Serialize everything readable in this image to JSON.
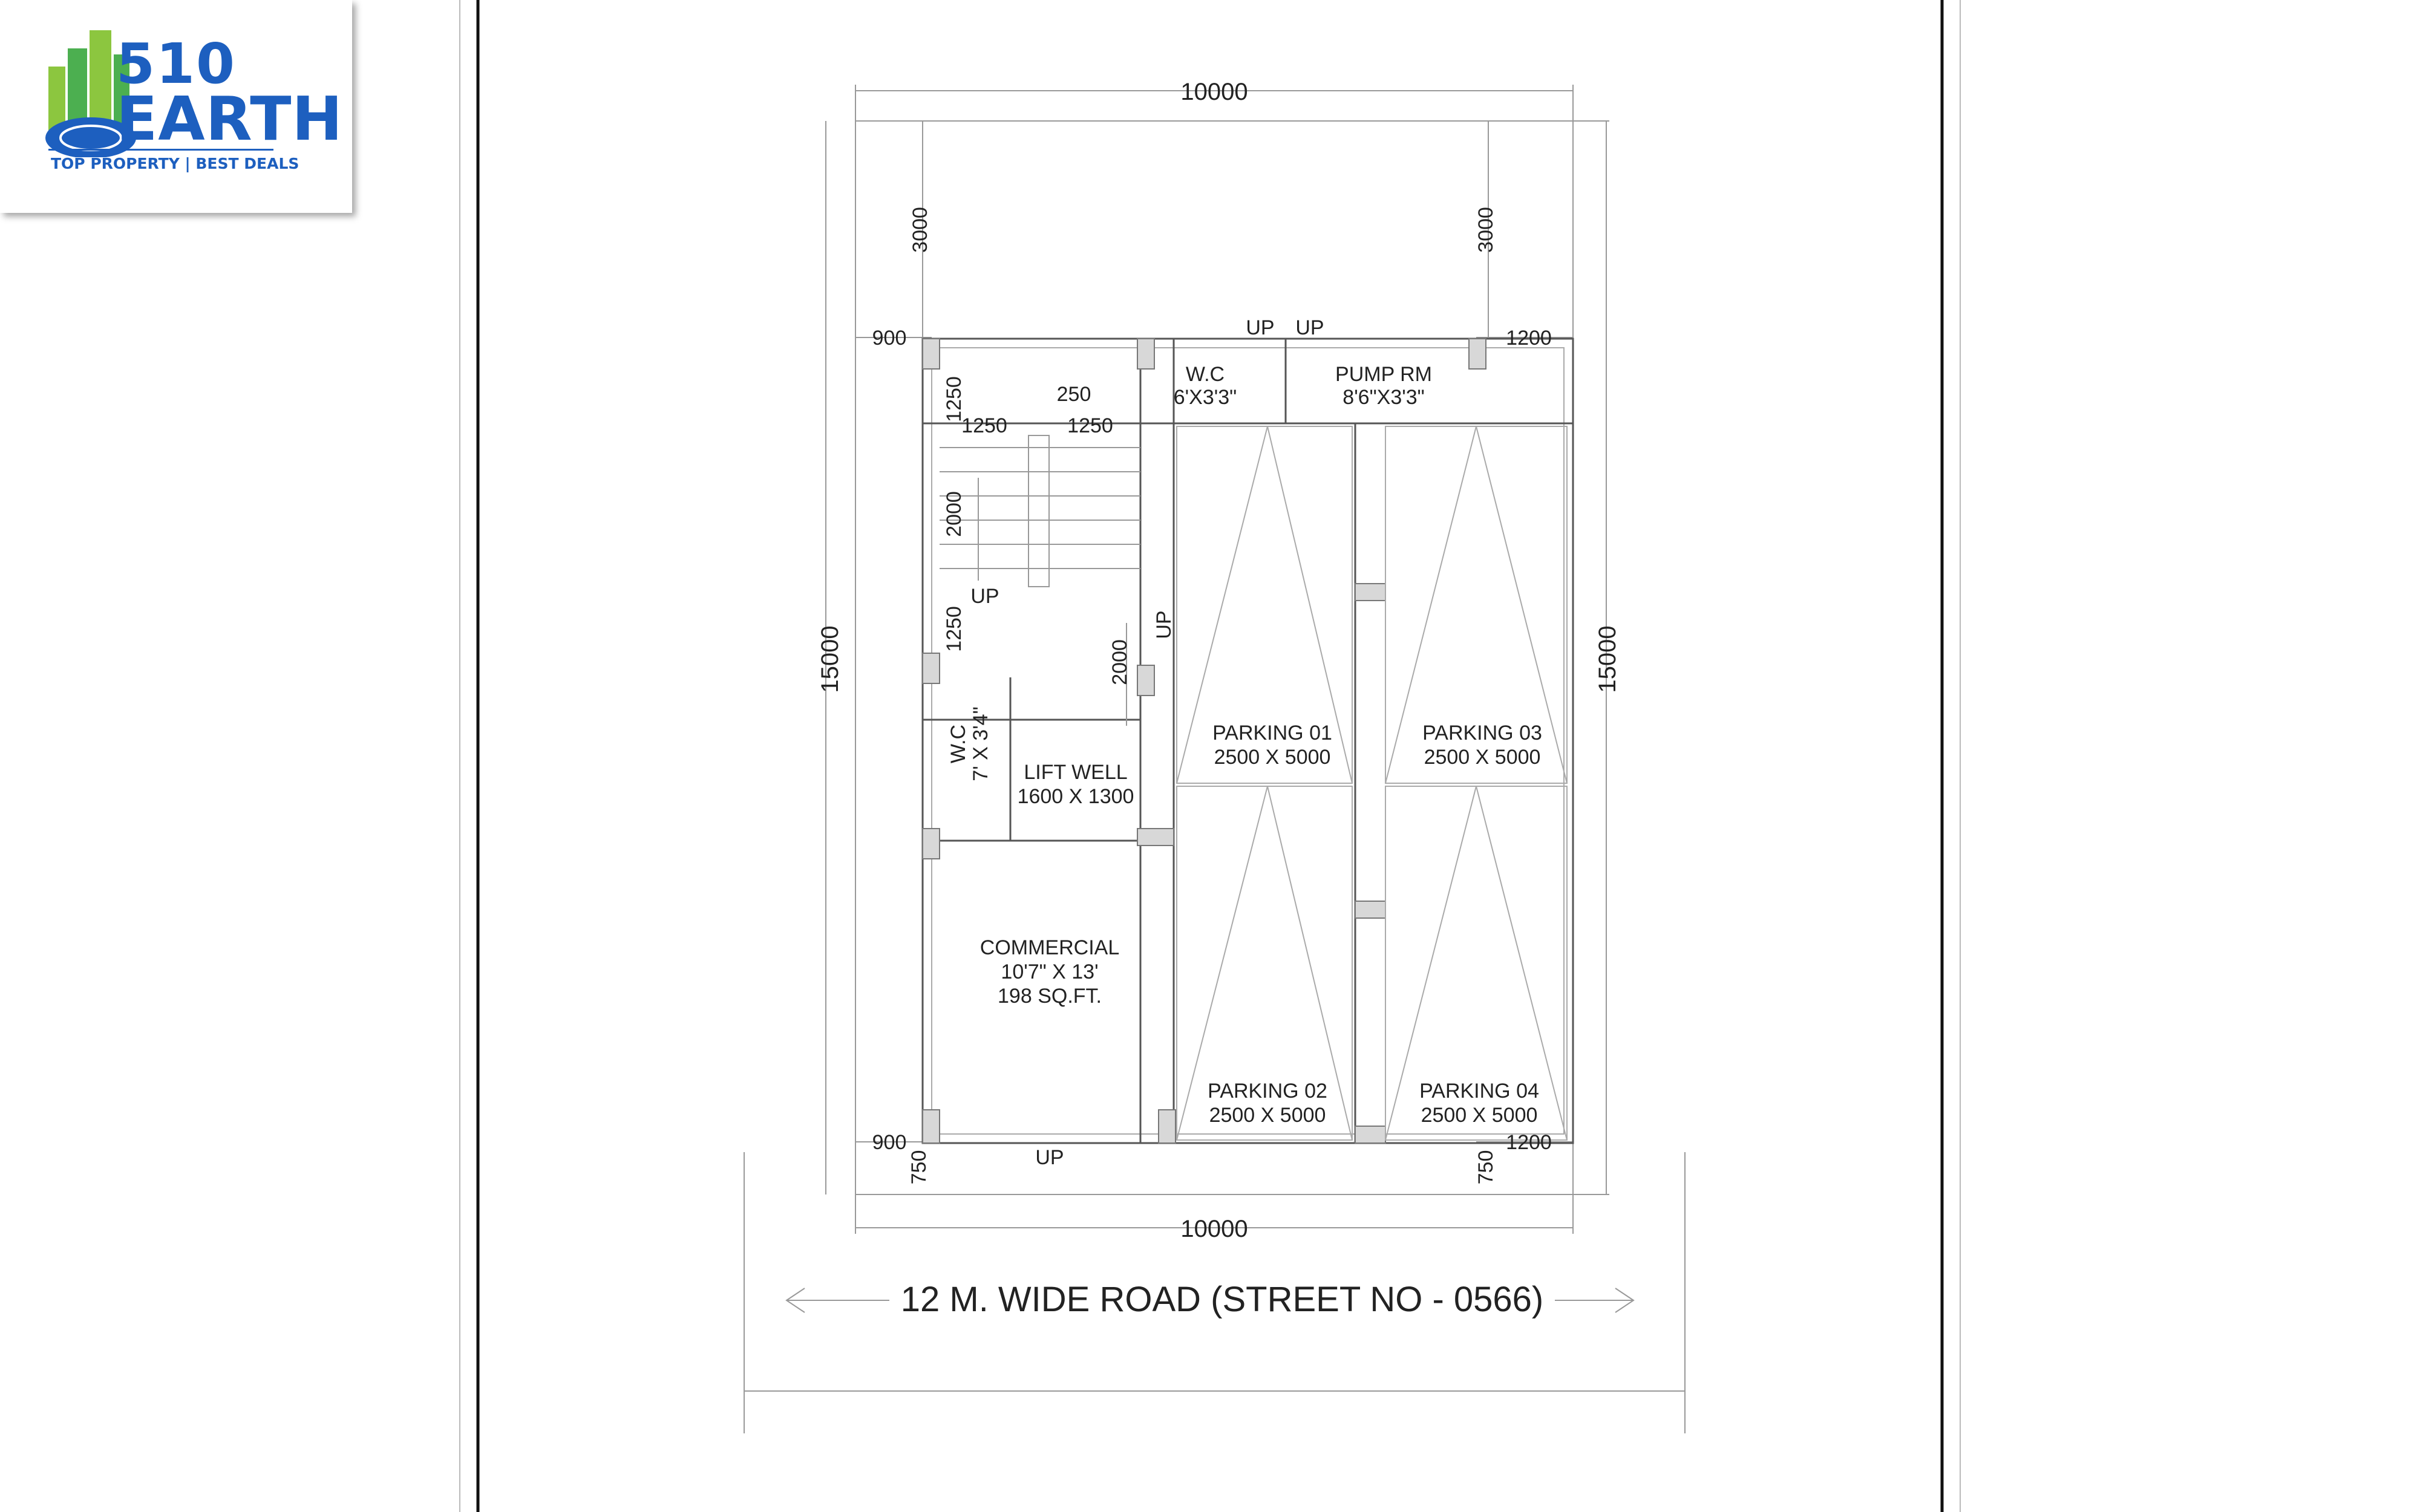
{
  "brand": {
    "number": "510",
    "word": "EARTH",
    "tagline": "TOP PROPERTY | BEST DEALS",
    "primary_color": "#1d5fbf",
    "accent_color": "#8cc63f"
  },
  "dimensions": {
    "top_width": "10000",
    "bottom_width": "10000",
    "left_height": "15000",
    "right_height": "15000",
    "front_left_margin": "3000",
    "front_right_margin": "3000",
    "left_side_top": "900",
    "left_side_bottom": "900",
    "right_side_top": "1200",
    "right_side_bottom": "1200",
    "rear_left": "750",
    "rear_right": "750",
    "stair_landing_top": "1250",
    "stair_gap": "250",
    "stair_left_width": "1250",
    "stair_right_width": "1250",
    "stair_flight": "2000",
    "stair_landing_mid": "1250",
    "stair_right_flight": "2000"
  },
  "rooms": {
    "wc_top": {
      "name": "W.C",
      "size": "6'X3'3\""
    },
    "pump_room": {
      "name": "PUMP RM",
      "size": "8'6\"X3'3\""
    },
    "wc_left": {
      "name": "W.C",
      "size": "7' X 3'4\""
    },
    "lift_well": {
      "name": "LIFT WELL",
      "size": "1600 X 1300"
    },
    "commercial": {
      "name": "COMMERCIAL",
      "size": "10'7\" X 13'",
      "area": "198 SQ.FT."
    },
    "parking_01": {
      "name": "PARKING 01",
      "size": "2500 X 5000"
    },
    "parking_02": {
      "name": "PARKING 02",
      "size": "2500 X 5000"
    },
    "parking_03": {
      "name": "PARKING 03",
      "size": "2500 X 5000"
    },
    "parking_04": {
      "name": "PARKING 04",
      "size": "2500 X 5000"
    }
  },
  "markers": {
    "up_wc": "UP",
    "up_pump": "UP",
    "up_stair": "UP",
    "up_stair_right": "UP",
    "up_entry": "UP"
  },
  "road": {
    "label": "12 M. WIDE ROAD (STREET NO - 0566)"
  }
}
